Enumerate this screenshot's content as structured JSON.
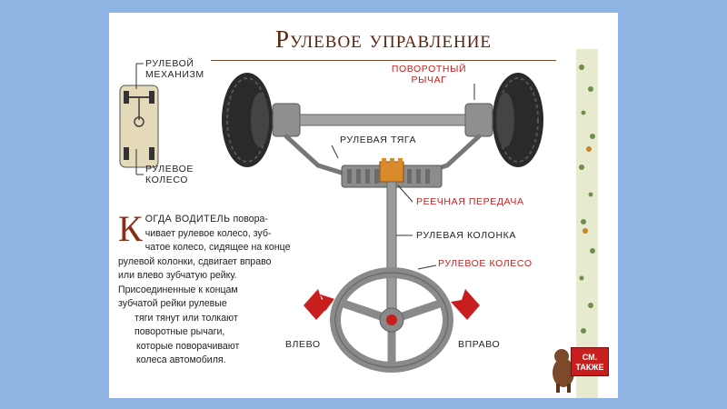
{
  "title": "Рулевое управление",
  "labels": {
    "steering_mechanism": [
      "РУЛЕВОЙ",
      "МЕХАНИЗМ"
    ],
    "steering_wheel_small": [
      "РУЛЕВОЕ",
      "КОЛЕСО"
    ],
    "steering_arm": [
      "ПОВОРОТНЫЙ",
      "РЫЧАГ"
    ],
    "tie_rod": "РУЛЕВАЯ ТЯГА",
    "rack_and_pinion": "РЕЕЧНАЯ ПЕРЕДАЧА",
    "steering_column": "РУЛЕВАЯ КОЛОНКА",
    "steering_wheel": "РУЛЕВОЕ КОЛЕСО",
    "left": "ВЛЕВО",
    "right": "ВПРАВО"
  },
  "body": {
    "dropcap": "К",
    "lead_caps": "ОГДА ВОДИТЕЛЬ",
    "lines": [
      "КОГДА ВОДИТЕЛЬ повора-",
      "чивает рулевое колесо, зуб-",
      "чатое колесо, сидящее на конце",
      "рулевой колонки, сдвигает вправо",
      "или влево зубчатую рейку.",
      "Присоединенные к концам",
      "зубчатой рейки рулевые",
      "тяги тянут или толкают",
      "поворотные рычаги,",
      "которые поворачивают",
      "колеса автомобиля."
    ],
    "line1_rest": " повора-"
  },
  "see_also": [
    "СМ.",
    "ТАКЖЕ"
  ],
  "colors": {
    "accent_red": "#c81e1e",
    "title_brown": "#5a2410",
    "steel": "#9a9a9a",
    "tire": "#2a2a2a",
    "gear": "#d98a2a",
    "background": "#8db4e2"
  }
}
